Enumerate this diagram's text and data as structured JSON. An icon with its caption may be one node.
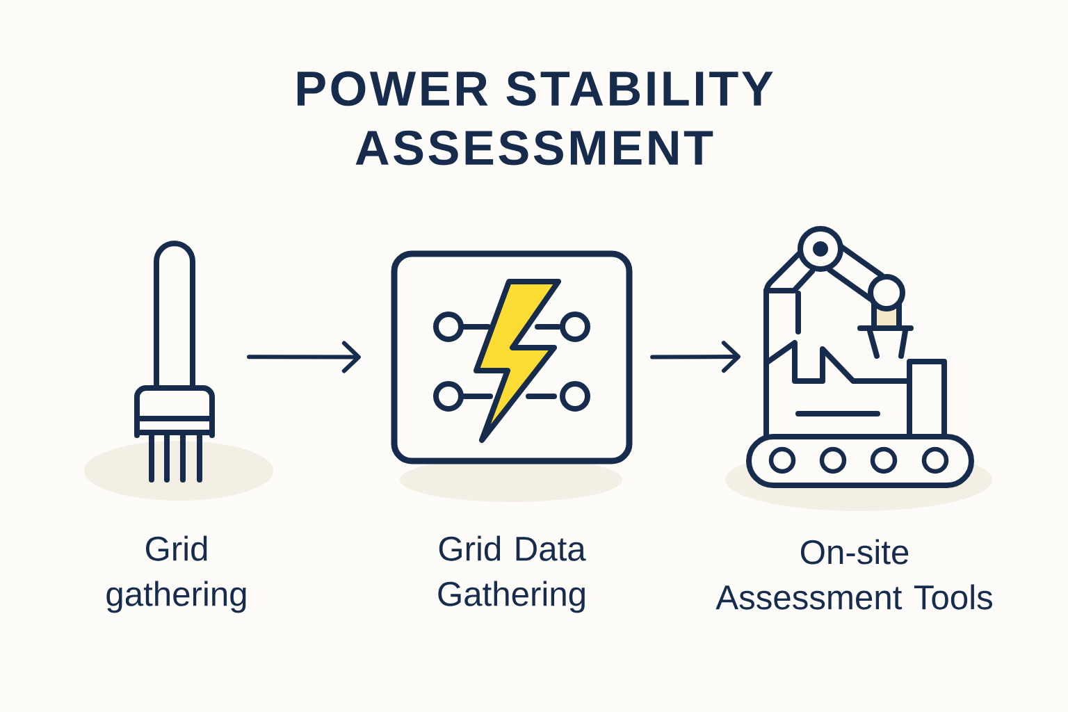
{
  "diagram": {
    "title": "POWER STABILITY ASSESSMENT",
    "nodes": [
      {
        "text": [],
        "shape": "picture",
        "beside": [
          "Grid gathering"
        ]
      },
      {
        "text": [],
        "shape": "picture",
        "beside": [
          "Grid Data Gathering"
        ]
      },
      {
        "text": [],
        "shape": "picture",
        "beside": [
          "On-site Assessment Tools"
        ]
      }
    ],
    "edges": [
      {
        "from": 0,
        "to": 1,
        "arrow": "to"
      },
      {
        "from": 1,
        "to": 2,
        "arrow": "to"
      }
    ]
  }
}
